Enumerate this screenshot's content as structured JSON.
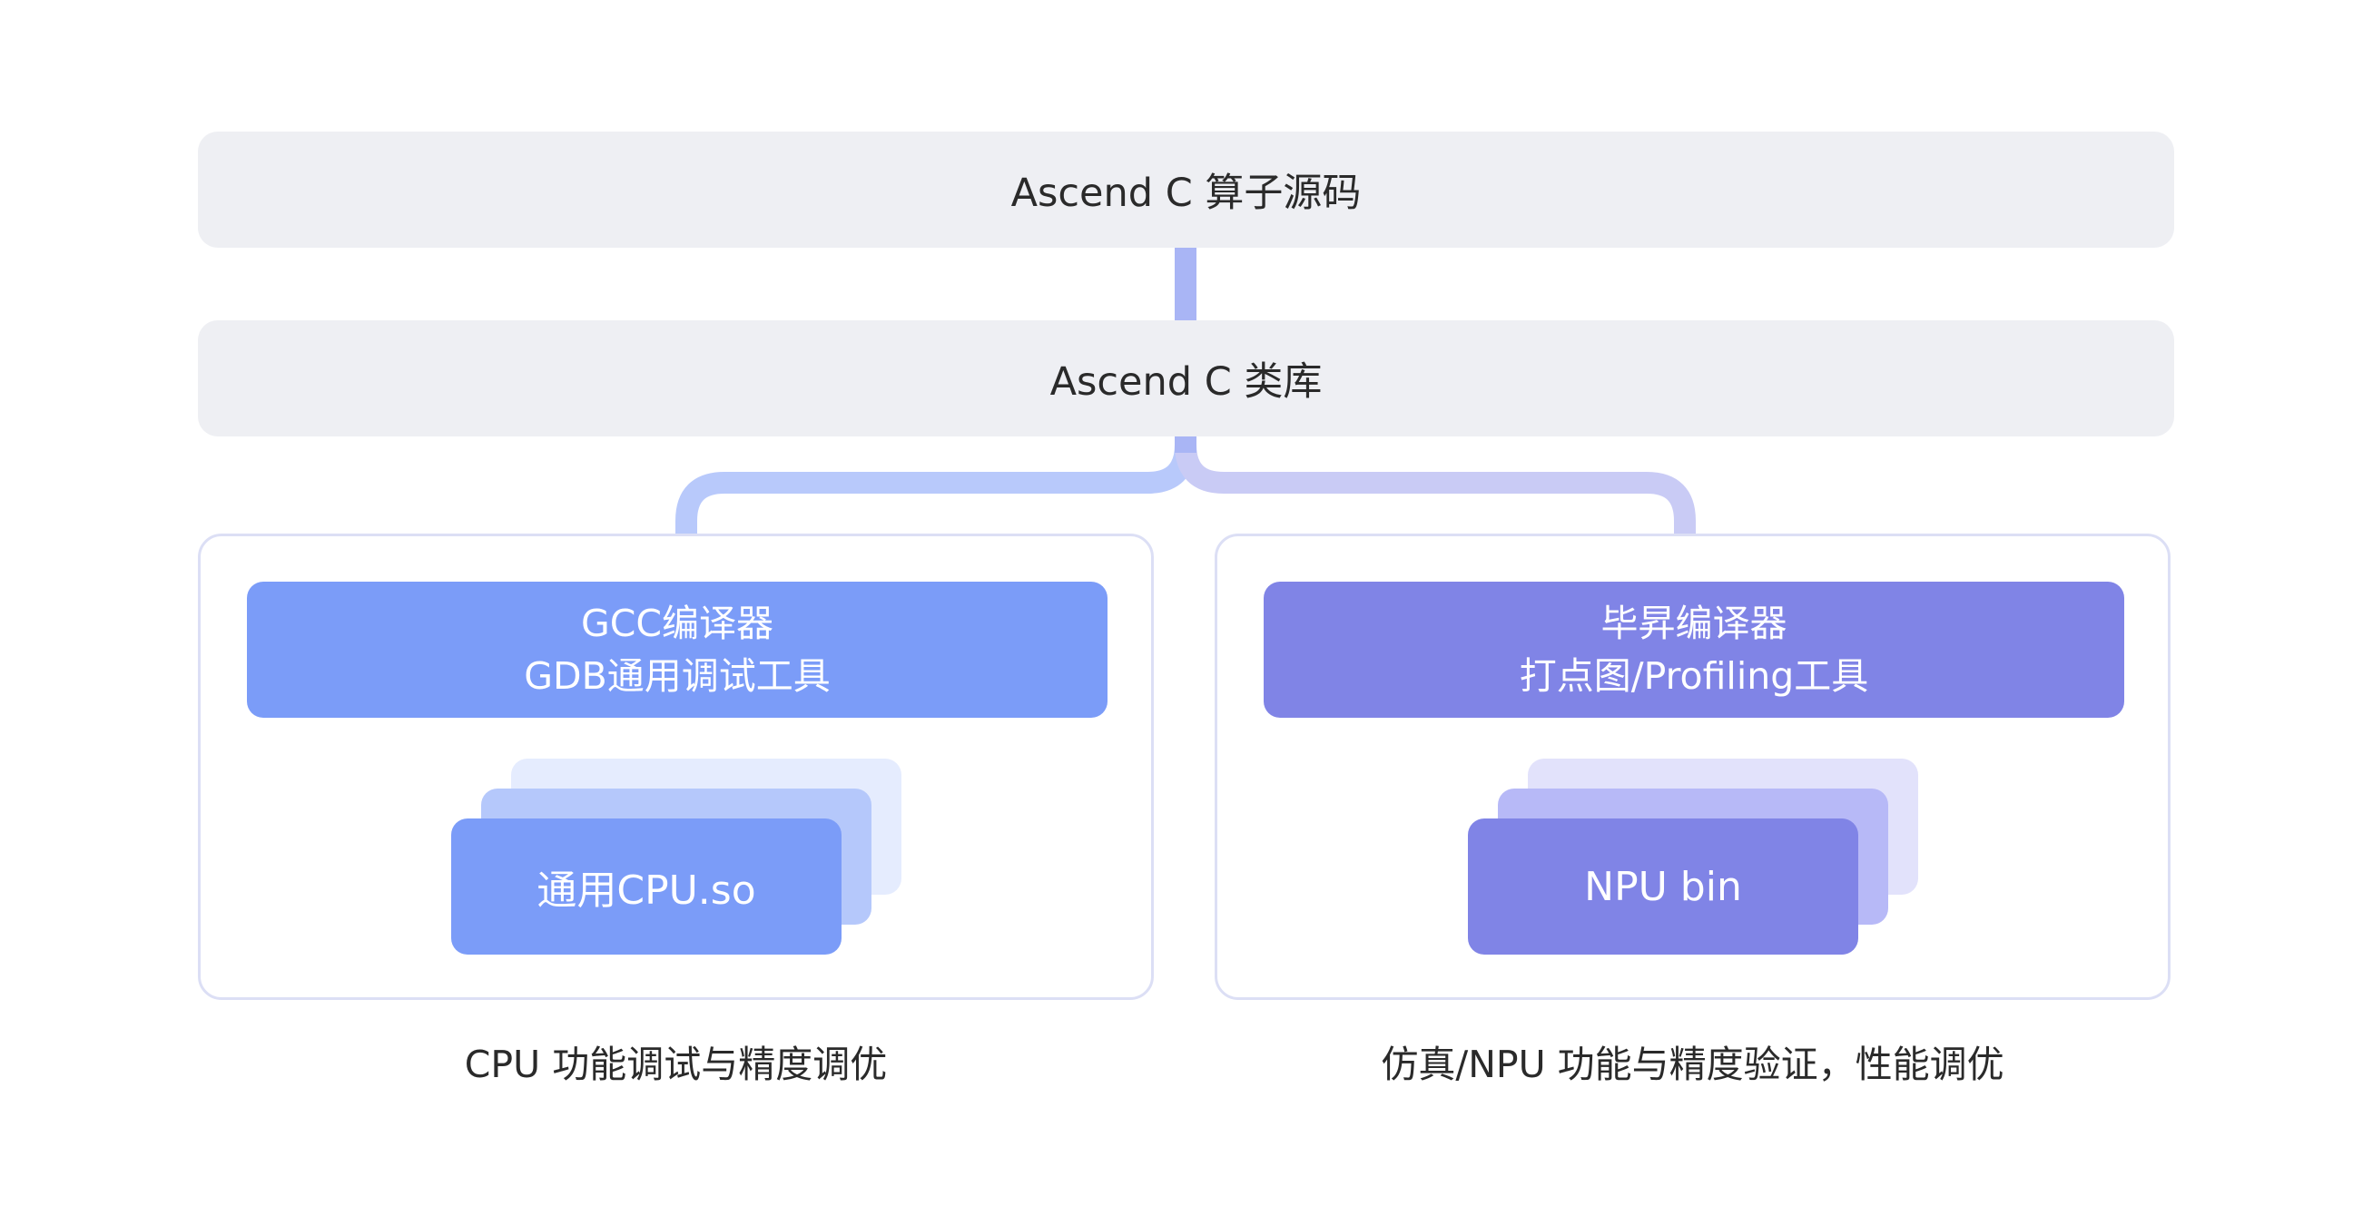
{
  "nodes": {
    "source": "Ascend C 算子源码",
    "library": "Ascend C 类库"
  },
  "cpu": {
    "tool_line1": "GCC编译器",
    "tool_line2": "GDB通用调试工具",
    "artifact": "通用CPU.so",
    "caption": "CPU 功能调试与精度调优"
  },
  "npu": {
    "tool_line1": "毕昇编译器",
    "tool_line2": "打点图/Profiling工具",
    "artifact": "NPU bin",
    "caption": "仿真/NPU 功能与精度验证，性能调优"
  },
  "colors": {
    "cpu_accent": "#7b9cf8",
    "npu_accent": "#8084e6",
    "connector_cpu": "#b8c9fb",
    "connector_npu": "#c9cbf5",
    "node_fill": "#eeeff3"
  }
}
